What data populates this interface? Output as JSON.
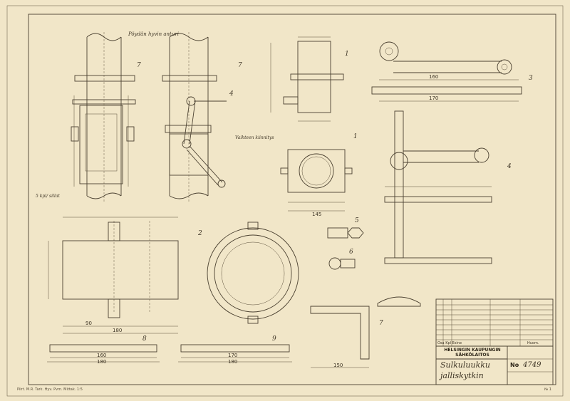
{
  "title_block": {
    "org_line1": "HELSINGIN KAUPUNGIN",
    "org_line2": "SÄHKÖLAITOS",
    "drawing_title_1": "Sulkuluukku",
    "drawing_title_2": "jalliskytkin",
    "number_label": "No",
    "number_value": "4749",
    "footer_left": "Osa  Kpl  Esine",
    "footer_right": "Huom."
  },
  "part_numbers": [
    "1",
    "2",
    "3",
    "4",
    "5",
    "6",
    "7",
    "8",
    "9"
  ],
  "annotations": {
    "top_center": "Pöydän hyvin anturi",
    "left_note": "5 kpl/ sillat",
    "section_note": "Vaihteen kiinnitys",
    "left_label_4": "4"
  },
  "dimensions": {
    "plate_left_total": "180",
    "plate_left_inner": "160",
    "plate_right_total": "180",
    "plate_right_inner": "170",
    "tank_width": "180",
    "tank_half": "90",
    "flange_width": "145",
    "arm_length": "160",
    "arm_length_2": "170",
    "small_bracket": "150"
  },
  "bottom_strip": "Piirt. M.R.  Tark.  Hyv.  Pvm.  Mittak. 1:5",
  "corner_mark": "№ 1"
}
